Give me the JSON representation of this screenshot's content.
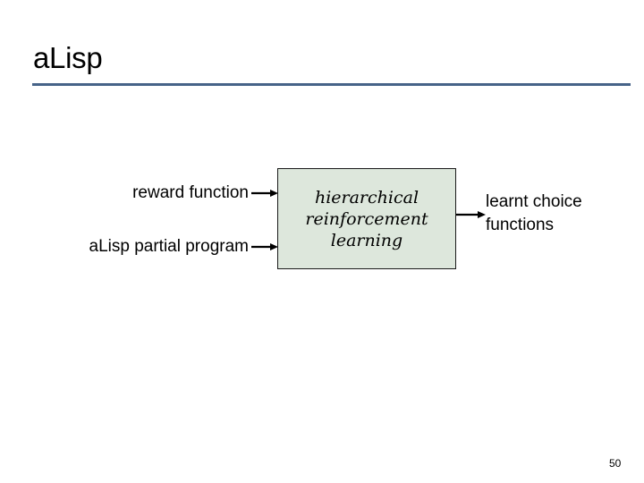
{
  "slide": {
    "title": "aLisp",
    "page_number": "50",
    "rule_color": "#466388"
  },
  "diagram": {
    "inputs": [
      {
        "label": "reward function",
        "arrow": "arrow-right-icon"
      },
      {
        "label": "aLisp partial program",
        "arrow": "arrow-right-icon"
      }
    ],
    "process_box": {
      "lines": [
        "hierarchical",
        "reinforcement",
        "learning"
      ],
      "fill_color": "#dde7dc",
      "border_color": "#1a1a1a"
    },
    "output": {
      "label": "learnt choice functions",
      "arrow": "arrow-right-icon"
    }
  }
}
